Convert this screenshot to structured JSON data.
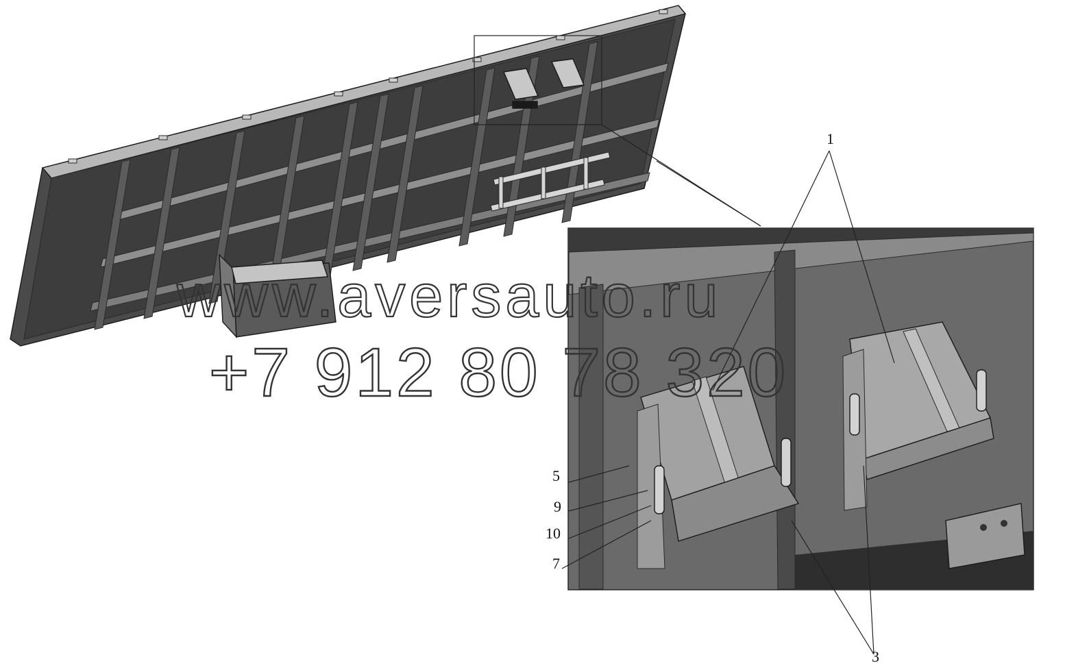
{
  "callouts": {
    "c1": "1",
    "c3": "3",
    "c5": "5",
    "c7": "7",
    "c9": "9",
    "c10": "10"
  },
  "watermark": {
    "site": "www.aversauto.ru",
    "phone": "+7 912 80 78 320"
  },
  "colors": {
    "panel_dark": "#3c3c3c",
    "panel_mid": "#5a5a5a",
    "panel_light": "#9a9a9a",
    "detail_bg": "#6e6e6e",
    "box_face": "#a8a8a8",
    "line": "#1a1a1a"
  }
}
